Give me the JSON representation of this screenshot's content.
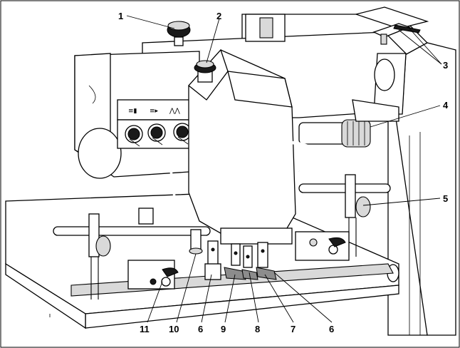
{
  "diagram": {
    "callouts": [
      {
        "id": "c1",
        "label": "1"
      },
      {
        "id": "c2",
        "label": "2"
      },
      {
        "id": "c3",
        "label": "3"
      },
      {
        "id": "c4",
        "label": "4"
      },
      {
        "id": "c5",
        "label": "5"
      },
      {
        "id": "c11",
        "label": "11"
      },
      {
        "id": "c10",
        "label": "10"
      },
      {
        "id": "c6a",
        "label": "6"
      },
      {
        "id": "c9",
        "label": "9"
      },
      {
        "id": "c8",
        "label": "8"
      },
      {
        "id": "c7",
        "label": "7"
      },
      {
        "id": "c6b",
        "label": "6"
      }
    ]
  }
}
